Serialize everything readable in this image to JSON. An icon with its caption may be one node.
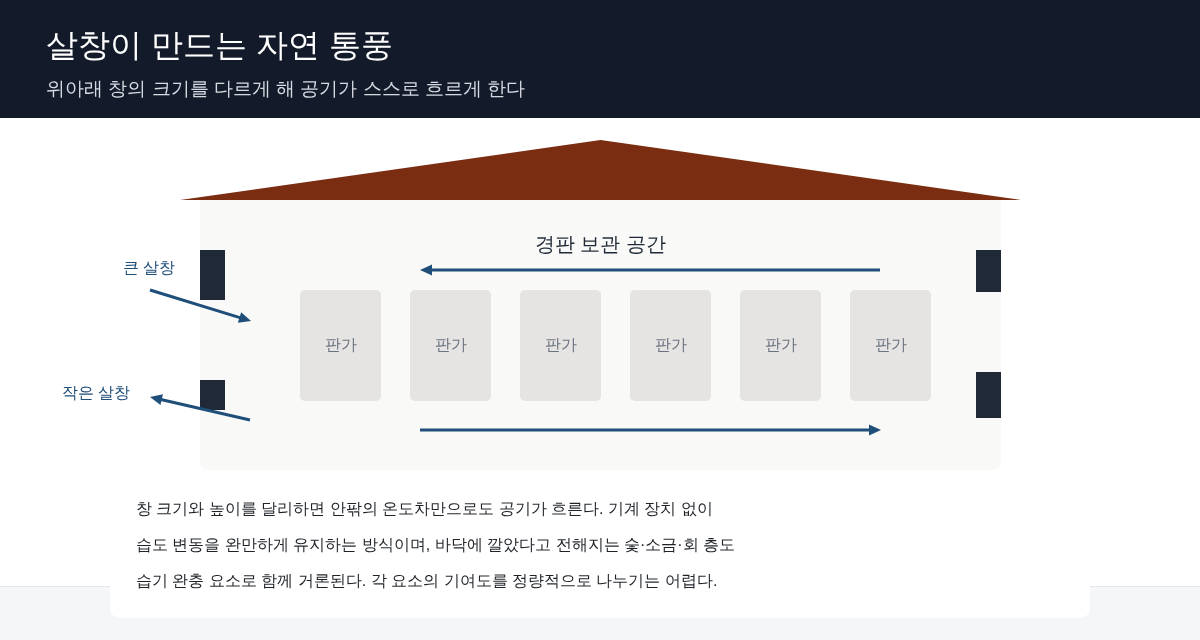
{
  "diagram": {
    "title": "살창이 만드는 자연 통풍",
    "caption": "창 크기와 높이를 달리하면 안팎의 온도차만으로도 공기가 흐른다. 기계 장치 없이 습도 변동을 완만하게 유지하는 방식이며, 바닥에 깔았다고 전해지는 숯·소금·회 층도 습기 완충 요소로 함께 거론된다. 각 요소의 기여도를 정량적으로 나누기는 어렵다.",
    "nodes": [
      {
        "text": [],
        "shape": "triangle"
      },
      {
        "text": [
          "경판 보관 공간"
        ]
      },
      {
        "text": [
          "판가"
        ],
        "in": 1
      },
      {
        "text": [
          "판가"
        ],
        "in": 1
      },
      {
        "text": [
          "판가"
        ],
        "in": 1
      },
      {
        "text": [
          "판가"
        ],
        "in": 1
      },
      {
        "text": [
          "판가"
        ],
        "in": 1
      },
      {
        "text": [
          "판가"
        ],
        "in": 1
      }
    ],
    "labels": [
      "위아래 창의 크기를 다르게 해 공기가 스스로 흐르게 한다",
      "큰 살창",
      "작은 살창"
    ]
  }
}
